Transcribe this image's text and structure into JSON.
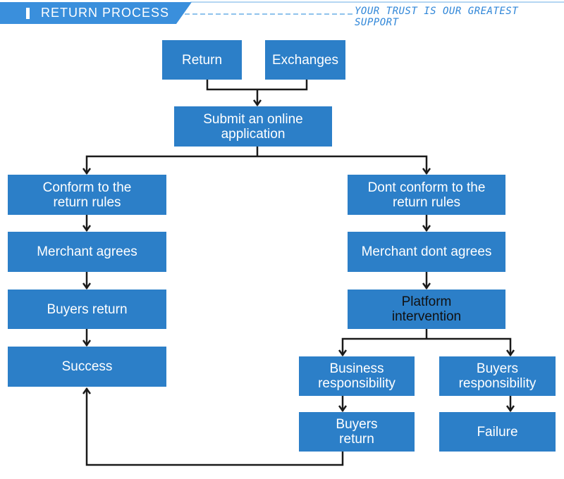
{
  "header": {
    "title": "RETURN PROCESS",
    "tagline": "YOUR TRUST IS OUR GREATEST SUPPORT"
  },
  "colors": {
    "box_fill": "#2c7fc8",
    "header_fill": "#3a8fdc",
    "line": "#1a1a1a",
    "tagline": "#2f86d8"
  },
  "nodes": {
    "return": "Return",
    "exchanges": "Exchanges",
    "submit": "Submit an online\napplication",
    "conform": "Conform to the\nreturn rules",
    "dont_conform": "Dont conform to the\nreturn rules",
    "merchant_agrees": "Merchant agrees",
    "merchant_dont_agrees": "Merchant dont agrees",
    "buyers_return_left": "Buyers return",
    "platform": "Platform\nintervention",
    "success": "Success",
    "business_resp": "Business\nresponsibility",
    "buyers_resp": "Buyers\nresponsibility",
    "buyers_return_right": "Buyers\nreturn",
    "failure": "Failure"
  }
}
